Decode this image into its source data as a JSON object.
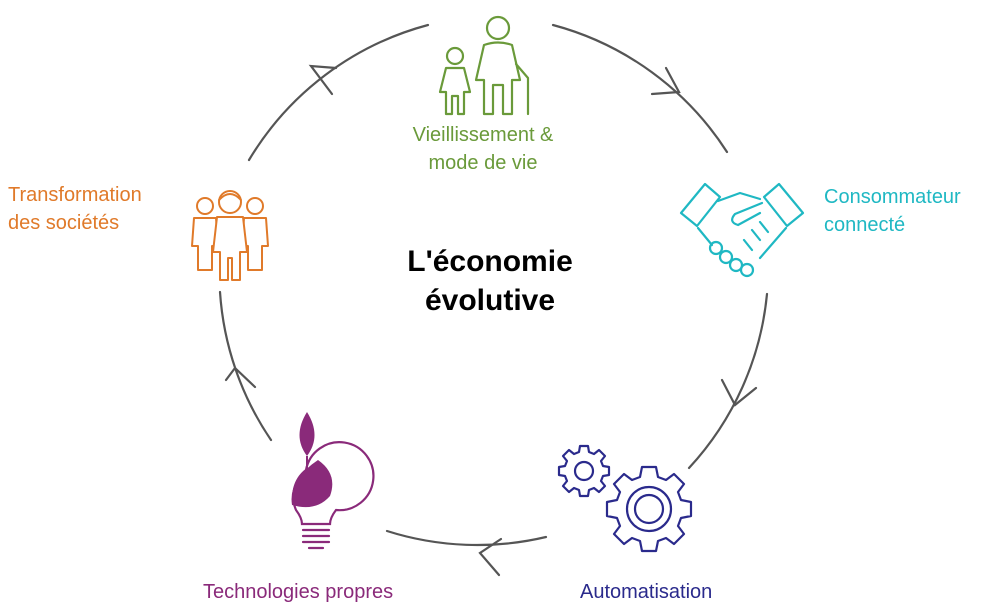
{
  "title": "L'économie évolutive",
  "title_lines": [
    "L'économie",
    "évolutive"
  ],
  "nodes": [
    {
      "id": "vieillissement",
      "lines": [
        "Vieillissement &",
        "mode de vie"
      ],
      "color": "#6a9a3a",
      "icon": "elder-and-child-icon"
    },
    {
      "id": "consommateur",
      "lines": [
        "Consommateur",
        "connecté"
      ],
      "color": "#1fb8c3",
      "icon": "handshake-icon"
    },
    {
      "id": "automatisation",
      "lines": [
        "Automatisation"
      ],
      "color": "#2a2a8c",
      "icon": "gears-icon"
    },
    {
      "id": "technologies",
      "lines": [
        "Technologies propres"
      ],
      "color": "#8a2a7a",
      "icon": "leaf-lightbulb-icon"
    },
    {
      "id": "transformation",
      "lines": [
        "Transformation",
        "des sociétés"
      ],
      "color": "#e07a2a",
      "icon": "family-icon"
    }
  ],
  "cycle_color": "#555555"
}
